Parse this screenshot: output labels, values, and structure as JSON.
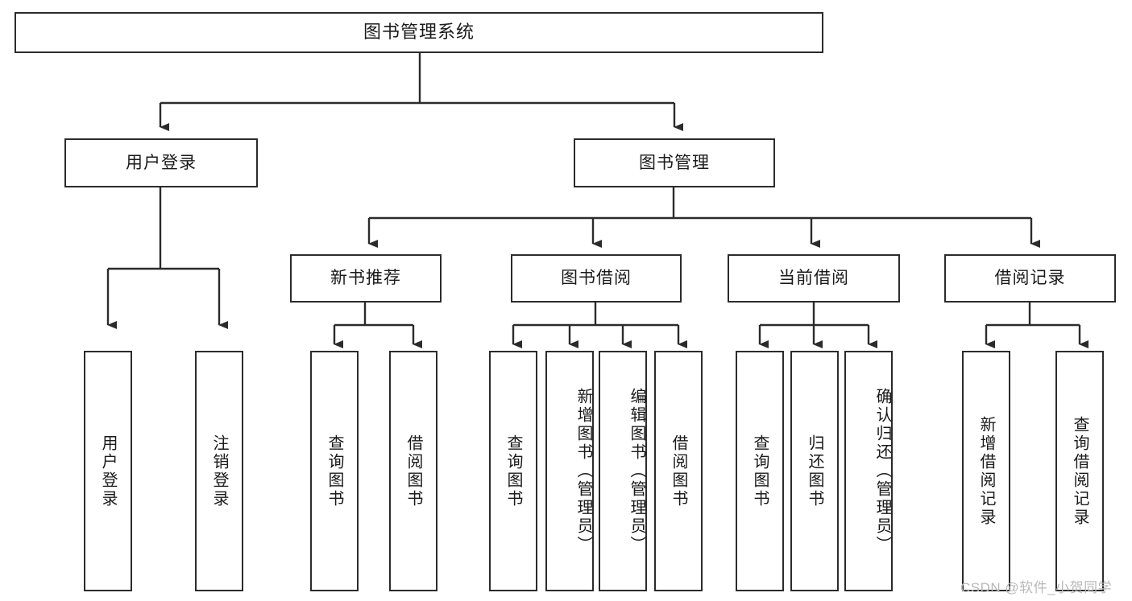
{
  "diagram": {
    "title": "图书管理系统",
    "type": "tree-hierarchy-chart",
    "watermark": "CSDN @软件_小贺同学",
    "colors": {
      "stroke": "#2b2b2b",
      "fill": "#ffffff",
      "text": "#1a1a1a",
      "watermark": "#b9b9b9"
    },
    "nodes": {
      "root": "图书管理系统",
      "level1": [
        {
          "id": "user-login",
          "label": "用户登录"
        },
        {
          "id": "book-manage",
          "label": "图书管理"
        }
      ],
      "level2": [
        {
          "id": "new-book-recommend",
          "label": "新书推荐"
        },
        {
          "id": "book-borrow",
          "label": "图书借阅"
        },
        {
          "id": "current-borrow",
          "label": "当前借阅"
        },
        {
          "id": "borrow-record",
          "label": "借阅记录"
        }
      ],
      "leaves": {
        "user_login": [
          {
            "id": "leaf-user-login",
            "label": "用户登录"
          },
          {
            "id": "leaf-logout-login",
            "label": "注销登录"
          }
        ],
        "new_book_recommend": [
          {
            "id": "leaf-query-book-1",
            "label": "查询图书"
          },
          {
            "id": "leaf-borrow-book-1",
            "label": "借阅图书"
          }
        ],
        "book_borrow": [
          {
            "id": "leaf-query-book-2",
            "label": "查询图书"
          },
          {
            "id": "leaf-add-book",
            "label": "新增图书（管理员）"
          },
          {
            "id": "leaf-edit-book",
            "label": "编辑图书（管理员）"
          },
          {
            "id": "leaf-borrow-book-2",
            "label": "借阅图书"
          }
        ],
        "current_borrow": [
          {
            "id": "leaf-query-book-3",
            "label": "查询图书"
          },
          {
            "id": "leaf-return-book",
            "label": "归还图书"
          },
          {
            "id": "leaf-confirm-return",
            "label": "确认归还（管理员）"
          }
        ],
        "borrow_record": [
          {
            "id": "leaf-add-record",
            "label": "新增借阅记录"
          },
          {
            "id": "leaf-query-record",
            "label": "查询借阅记录"
          }
        ]
      }
    }
  }
}
